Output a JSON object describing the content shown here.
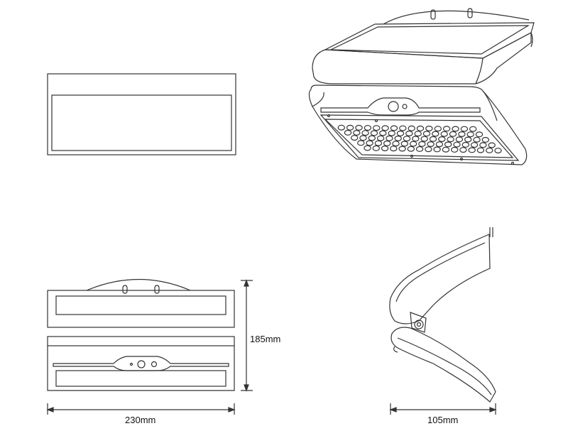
{
  "dimensions": {
    "height": "185mm",
    "width": "230mm",
    "depth": "105mm"
  },
  "views": {
    "top": "top-view",
    "front": "front-view",
    "side": "side-view",
    "iso": "isometric-view"
  },
  "led_grid": {
    "rows": 5,
    "columns": 16
  },
  "colors": {
    "line": "#333333",
    "background": "#ffffff"
  }
}
